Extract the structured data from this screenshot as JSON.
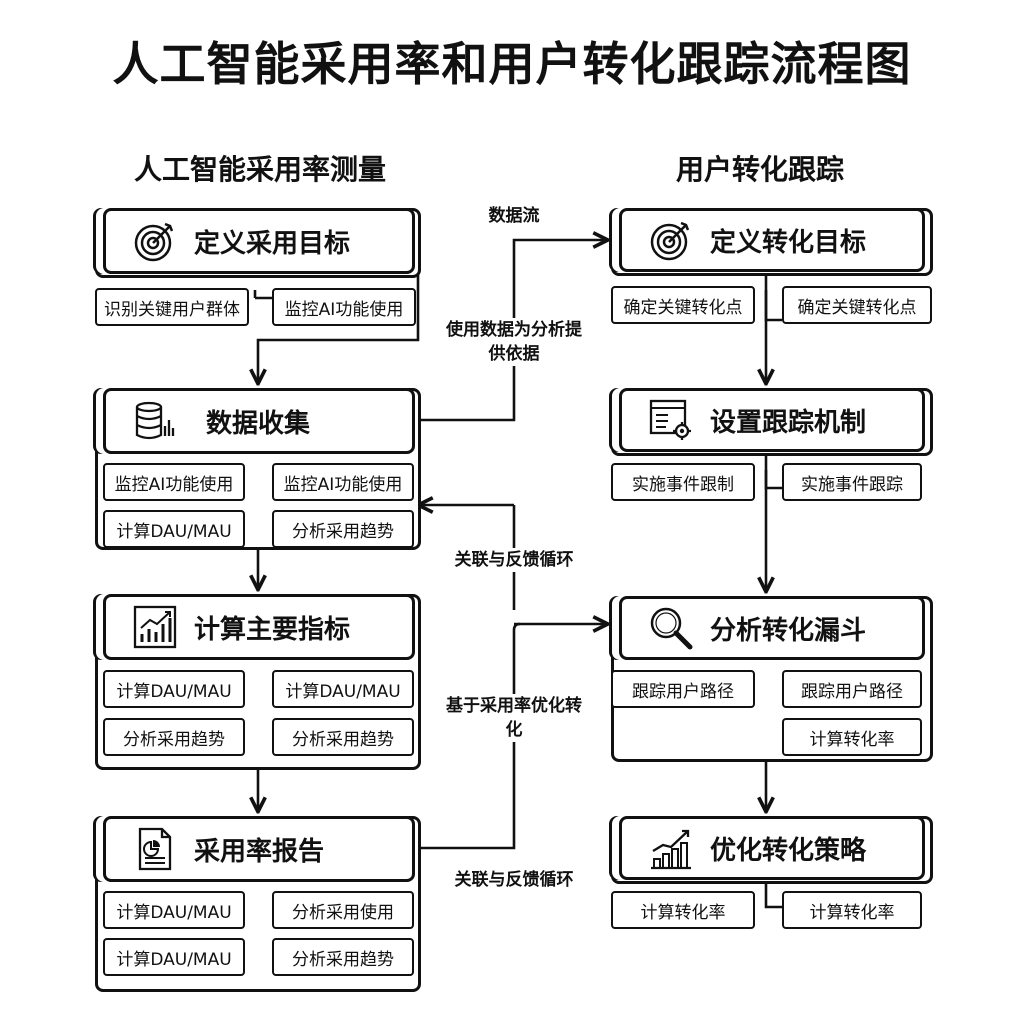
{
  "title": "人工智能采用率和用户转化跟踪流程图",
  "left": {
    "heading": "人工智能采用率测量",
    "stages": [
      {
        "title": "定义采用目标",
        "icon": "target-icon",
        "items": [
          "识别关键用户群体",
          "监控AI功能使用"
        ]
      },
      {
        "title": "数据收集",
        "icon": "database-icon",
        "items": [
          "监控AI功能使用",
          "监控AI功能使用",
          "计算DAU/MAU",
          "分析采用趋势"
        ]
      },
      {
        "title": "计算主要指标",
        "icon": "bar-chart-icon",
        "items": [
          "计算DAU/MAU",
          "计算DAU/MAU",
          "分析采用趋势",
          "分析采用趋势"
        ]
      },
      {
        "title": "采用率报告",
        "icon": "report-icon",
        "items": [
          "计算DAU/MAU",
          "分析采用使用",
          "计算DAU/MAU",
          "分析采用趋势"
        ]
      }
    ]
  },
  "right": {
    "heading": "用户转化跟踪",
    "stages": [
      {
        "title": "定义转化目标",
        "icon": "target-icon",
        "items": [
          "确定关键转化点",
          "确定关键转化点"
        ]
      },
      {
        "title": "设置跟踪机制",
        "icon": "settings-window-icon",
        "items": [
          "实施事件跟制",
          "实施事件跟踪"
        ]
      },
      {
        "title": "分析转化漏斗",
        "icon": "magnifier-icon",
        "items": [
          "跟踪用户路径",
          "跟踪用户路径",
          "计算转化率"
        ]
      },
      {
        "title": "优化转化策略",
        "icon": "growth-chart-icon",
        "items": [
          "计算转化率",
          "计算转化率"
        ]
      }
    ]
  },
  "middle": {
    "data_flow": "数据流",
    "usage_basis": "使用数据为分析提供依据",
    "feedback_loop_1": "关联与反馈循环",
    "optimize": "基于采用率优化转化",
    "feedback_loop_2": "关联与反馈循环"
  }
}
